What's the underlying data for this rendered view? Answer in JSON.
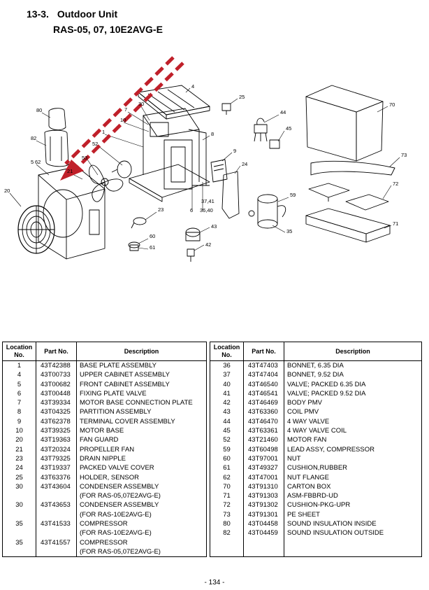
{
  "section": {
    "number": "13-3.",
    "title": "Outdoor Unit",
    "models": "RAS-05, 07, 10E2AVG-E"
  },
  "diagram": {
    "callouts": [
      "4",
      "25",
      "30",
      "7",
      "10",
      "1",
      "52",
      "53",
      "21",
      "62",
      "5",
      "80",
      "82",
      "20",
      "8",
      "9",
      "24",
      "44",
      "45",
      "6",
      "37,41",
      "36,40",
      "23",
      "60",
      "61",
      "43",
      "42",
      "59",
      "35",
      "70",
      "73",
      "72",
      "71"
    ]
  },
  "table": {
    "headers": {
      "location": "Location No.",
      "part": "Part No.",
      "description": "Description"
    },
    "left": [
      {
        "loc": "1",
        "part": "43T42388",
        "desc": "BASE PLATE ASSEMBLY"
      },
      {
        "loc": "4",
        "part": "43T00733",
        "desc": "UPPER CABINET ASSEMBLY"
      },
      {
        "loc": "5",
        "part": "43T00682",
        "desc": "FRONT CABINET ASSEMBLY"
      },
      {
        "loc": "6",
        "part": "43T00448",
        "desc": "FIXING PLATE VALVE"
      },
      {
        "loc": "7",
        "part": "43T39334",
        "desc": "MOTOR BASE CONNECTION PLATE"
      },
      {
        "loc": "8",
        "part": "43T04325",
        "desc": "PARTITION ASSEMBLY"
      },
      {
        "loc": "9",
        "part": "43T62378",
        "desc": "TERMINAL COVER ASSEMBLY"
      },
      {
        "loc": "10",
        "part": "43T39325",
        "desc": "MOTOR BASE"
      },
      {
        "loc": "20",
        "part": "43T19363",
        "desc": "FAN GUARD"
      },
      {
        "loc": "21",
        "part": "43T20324",
        "desc": "PROPELLER FAN"
      },
      {
        "loc": "23",
        "part": "43T79325",
        "desc": "DRAIN NIPPLE"
      },
      {
        "loc": "24",
        "part": "43T19337",
        "desc": "PACKED VALVE COVER"
      },
      {
        "loc": "25",
        "part": "43T63376",
        "desc": "HOLDER, SENSOR"
      },
      {
        "loc": "30",
        "part": "43T43604",
        "desc": "CONDENSER ASSEMBLY"
      },
      {
        "loc": "",
        "part": "",
        "desc": "(FOR RAS-05,07E2AVG-E)"
      },
      {
        "loc": "30",
        "part": "43T43653",
        "desc": "CONDENSER ASSEMBLY"
      },
      {
        "loc": "",
        "part": "",
        "desc": "(FOR RAS-10E2AVG-E)"
      },
      {
        "loc": "35",
        "part": "43T41533",
        "desc": "COMPRESSOR"
      },
      {
        "loc": "",
        "part": "",
        "desc": "(FOR RAS-10E2AVG-E)"
      },
      {
        "loc": "35",
        "part": "43T41557",
        "desc": "COMPRESSOR"
      },
      {
        "loc": "",
        "part": "",
        "desc": "(FOR RAS-05,07E2AVG-E)"
      }
    ],
    "right": [
      {
        "loc": "36",
        "part": "43T47403",
        "desc": "BONNET, 6.35 DIA"
      },
      {
        "loc": "37",
        "part": "43T47404",
        "desc": "BONNET, 9.52 DIA"
      },
      {
        "loc": "40",
        "part": "43T46540",
        "desc": "VALVE; PACKED 6.35 DIA"
      },
      {
        "loc": "41",
        "part": "43T46541",
        "desc": "VALVE; PACKED 9.52 DIA"
      },
      {
        "loc": "42",
        "part": "43T46469",
        "desc": "BODY PMV"
      },
      {
        "loc": "43",
        "part": "43T63360",
        "desc": "COIL PMV"
      },
      {
        "loc": "44",
        "part": "43T46470",
        "desc": "4 WAY VALVE"
      },
      {
        "loc": "45",
        "part": "43T63361",
        "desc": "4 WAY VALVE COIL"
      },
      {
        "loc": "52",
        "part": "43T21460",
        "desc": "MOTOR FAN"
      },
      {
        "loc": "59",
        "part": "43T60498",
        "desc": "LEAD ASSY, COMPRESSOR"
      },
      {
        "loc": "60",
        "part": "43T97001",
        "desc": "NUT"
      },
      {
        "loc": "61",
        "part": "43T49327",
        "desc": "CUSHION,RUBBER"
      },
      {
        "loc": "62",
        "part": "43T47001",
        "desc": "NUT FLANGE"
      },
      {
        "loc": "70",
        "part": "43T91310",
        "desc": "CARTON BOX"
      },
      {
        "loc": "71",
        "part": "43T91303",
        "desc": "ASM-FBBRD-UD"
      },
      {
        "loc": "72",
        "part": "43T91302",
        "desc": "CUSHION-PKG-UPR"
      },
      {
        "loc": "73",
        "part": "43T91301",
        "desc": "PE SHEET"
      },
      {
        "loc": "80",
        "part": "43T04458",
        "desc": "SOUND INSULATION INSIDE"
      },
      {
        "loc": "82",
        "part": "43T04459",
        "desc": "SOUND INSULATION OUTSIDE"
      }
    ]
  },
  "page_number": "- 134 -"
}
